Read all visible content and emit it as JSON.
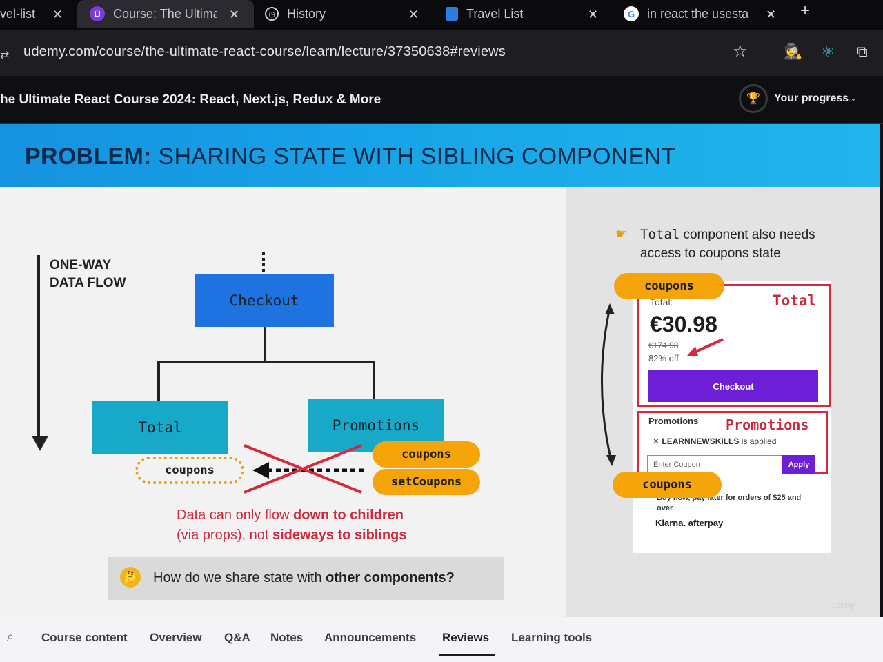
{
  "browser": {
    "tabs": [
      {
        "label": "vel-list",
        "icon": "app-icon"
      },
      {
        "label": "Course: The Ultimat",
        "icon": "udemy-icon"
      },
      {
        "label": "History",
        "icon": "history-icon"
      },
      {
        "label": "Travel List",
        "icon": "page-icon"
      },
      {
        "label": "in react the usesta",
        "icon": "google-icon"
      }
    ],
    "url": "udemy.com/course/the-ultimate-react-course/learn/lecture/37350638#reviews"
  },
  "course": {
    "title": "he Ultimate React Course 2024: React, Next.js, Redux & More",
    "progress_label": "Your progress"
  },
  "slide": {
    "title_bold": "PROBLEM:",
    "title_rest": " SHARING STATE WITH SIBLING COMPONENT",
    "flow_line1": "ONE-WAY",
    "flow_line2": "DATA FLOW",
    "checkout": "Checkout",
    "total": "Total",
    "promotions": "Promotions",
    "coupons": "coupons",
    "set_coupons": "setCoupons",
    "caption_l1_a": "Data can only flow ",
    "caption_l1_b": "down to children",
    "caption_l2_a": "(via props), not ",
    "caption_l2_b": "sideways to siblings",
    "question_a": "How do we share state with ",
    "question_b": "other components?",
    "note_l1_mono": "Total",
    "note_l1_rest": " component also needs",
    "note_l2": "access to coupons state",
    "card": {
      "coupons_top": "coupons",
      "coupons_bottom": "coupons",
      "total_label": "Total:",
      "total_tag": "Total",
      "price": "€30.98",
      "old_price": "€174.98",
      "discount": "82% off",
      "checkout_btn": "Checkout",
      "promotions_label": "Promotions",
      "promotions_tag": "Promotions",
      "applied_code": "LEARNNEWSKILLS",
      "applied_suffix": " is applied",
      "coupon_placeholder": "Enter Coupon",
      "apply_btn": "Apply",
      "bnpl": "Buy now, pay later for orders of $25 and over",
      "bnpl_brands": "Klarna.  afterpay"
    },
    "watermark": "udemy"
  },
  "bottom_tabs": [
    "Course content",
    "Overview",
    "Q&A",
    "Notes",
    "Announcements",
    "Reviews",
    "Learning tools"
  ],
  "active_tab": "Reviews",
  "colors": {
    "accent": "#f5a50a",
    "red": "#d8283c",
    "purple": "#6d1fd8",
    "blue_box": "#1f73e0",
    "cyan_box": "#19a9c8"
  }
}
